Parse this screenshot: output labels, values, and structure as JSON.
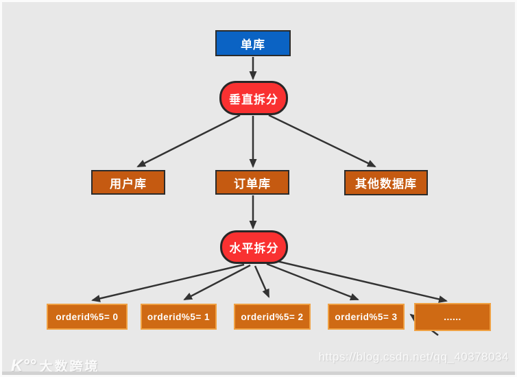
{
  "page": {
    "background": "#E8E8E8",
    "arrow_color": "#333333"
  },
  "diagram": {
    "nodes": {
      "single_db": {
        "label": "单库",
        "shape": "rect",
        "fill": "#0B63C4"
      },
      "vertical_split": {
        "label": "垂直拆分",
        "shape": "rounded",
        "fill": "#F93131"
      },
      "user_db": {
        "label": "用户库",
        "shape": "rect",
        "fill": "#C55A11"
      },
      "order_db": {
        "label": "订单库",
        "shape": "rect",
        "fill": "#C55A11"
      },
      "other_db": {
        "label": "其他数据库",
        "shape": "rect",
        "fill": "#C55A11"
      },
      "horizontal_split": {
        "label": "水平拆分",
        "shape": "rounded",
        "fill": "#F93131"
      },
      "shard_0": {
        "label": "orderid%5= 0",
        "shape": "rect",
        "fill": "#CF6A14"
      },
      "shard_1": {
        "label": "orderid%5= 1",
        "shape": "rect",
        "fill": "#CF6A14"
      },
      "shard_2": {
        "label": "orderid%5= 2",
        "shape": "rect",
        "fill": "#CF6A14"
      },
      "shard_3": {
        "label": "orderid%5= 3",
        "shape": "rect",
        "fill": "#CF6A14"
      },
      "shard_more": {
        "label": "......",
        "shape": "rect",
        "fill": "#CF6A14"
      }
    },
    "edges": [
      {
        "from": "single_db",
        "to": "vertical_split"
      },
      {
        "from": "vertical_split",
        "to": "user_db"
      },
      {
        "from": "vertical_split",
        "to": "order_db"
      },
      {
        "from": "vertical_split",
        "to": "other_db"
      },
      {
        "from": "order_db",
        "to": "horizontal_split"
      },
      {
        "from": "horizontal_split",
        "to": "shard_0"
      },
      {
        "from": "horizontal_split",
        "to": "shard_1"
      },
      {
        "from": "horizontal_split",
        "to": "shard_2"
      },
      {
        "from": "horizontal_split",
        "to": "shard_3"
      },
      {
        "from": "horizontal_split",
        "to": "shard_more"
      },
      {
        "from": "lower_right_area",
        "to": "shard_3"
      }
    ]
  },
  "watermarks": {
    "left": {
      "logo": "K°°",
      "text": "大数跨境"
    },
    "right": {
      "text": "https://blog.csdn.net/qq_40378034"
    }
  }
}
